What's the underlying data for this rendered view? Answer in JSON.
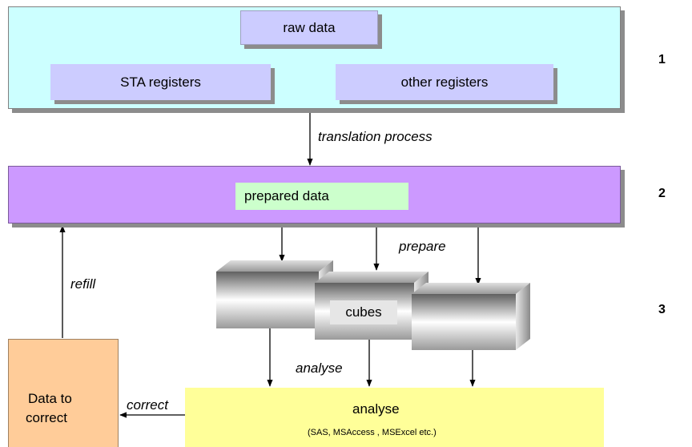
{
  "layers": {
    "raw": {
      "raw_data": "raw data",
      "sta_registers": "STA registers",
      "other_registers": "other registers",
      "number": "1"
    },
    "prepared": {
      "prepared_data": "prepared data",
      "number": "2"
    },
    "cubes": {
      "label": "cubes",
      "number": "3"
    }
  },
  "arrow_labels": {
    "translation": "translation process",
    "prepare": "prepare",
    "refill": "refill",
    "analyse": "analyse",
    "correct": "correct"
  },
  "analyse_box": {
    "title": "analyse",
    "tools": "(SAS, MSAccess , MSExcel etc.)"
  },
  "correct_box": {
    "line1": "Data to",
    "line2": "correct"
  },
  "colors": {
    "raw_layer": "#ccffff",
    "register_box": "#ccccff",
    "prepared_layer": "#cc99ff",
    "prepared_data_box": "#ccffcc",
    "analyse_box": "#ffff99",
    "correct_box": "#ffcc99"
  }
}
